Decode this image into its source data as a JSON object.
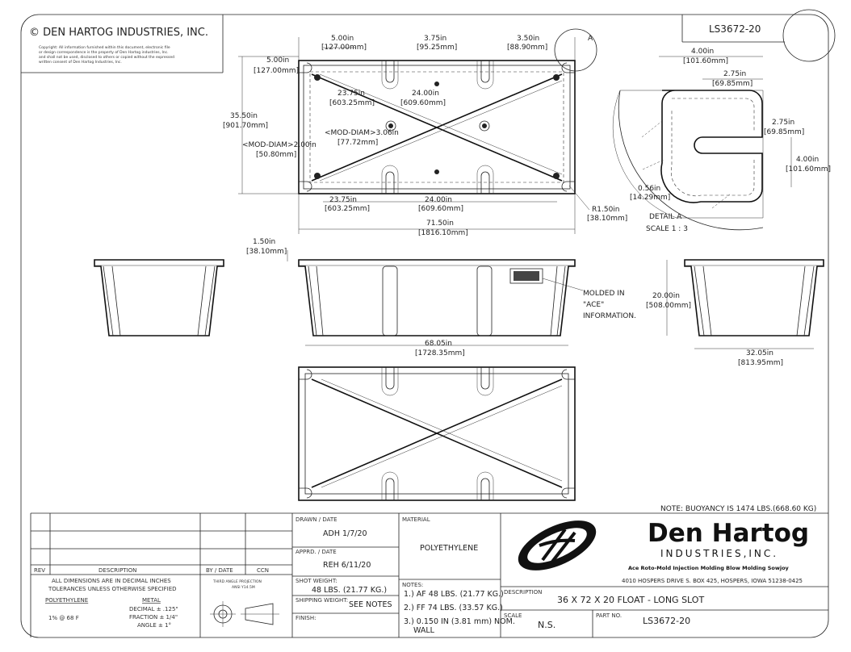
{
  "title_box": {
    "company": "© DEN HARTOG INDUSTRIES, INC.",
    "copyright_1": "Copyright: All information furnished within this document, electronic file",
    "copyright_2": "or design correspondence is the property of Den Hartog industries, Inc.",
    "copyright_3": "and shall not be used, disclosed to others or copied without the expressed",
    "copyright_4": "written consent of Den Hartog Industries, Inc."
  },
  "part_tag": "LS3672-20",
  "dimensions": {
    "top_5_00": "5.00in",
    "top_127": "[127.00mm]",
    "top_3_75": "3.75in",
    "top_95": "[95.25mm]",
    "top_3_50": "3.50in",
    "top_88": "[88.90mm]",
    "left_5_00": "5.00in",
    "left_127": "[127.00mm]",
    "h_35_50": "35.50in",
    "h_901": "[901.70mm]",
    "mod_2": "<MOD-DIAM>2.00in",
    "mod_2_mm": "[50.80mm]",
    "in_23_75": "23.75in",
    "in_603": "[603.25mm]",
    "in_24_00": "24.00in",
    "in_609": "[609.60mm]",
    "mod_3": "<MOD-DIAM>3.06in",
    "mod_3_mm": "[77.72mm]",
    "b_23_75": "23.75in",
    "b_603": "[603.25mm]",
    "b_24_00": "24.00in",
    "b_609": "[609.60mm]",
    "w_71_50": "71.50in",
    "w_1816": "[1816.10mm]",
    "r_1_50": "R1.50in",
    "r_38": "[38.10mm]",
    "t_1_50": "1.50in",
    "t_38": "[38.10mm]",
    "w_68_05": "68.05in",
    "w_1728": "[1728.35mm]",
    "h_20": "20.00in",
    "h_508": "[508.00mm]",
    "w_32_05": "32.05in",
    "w_813": "[813.95mm]"
  },
  "detail": {
    "d_4_00": "4.00in",
    "d_101": "[101.60mm]",
    "d_2_75a": "2.75in",
    "d_69a": "[69.85mm]",
    "d_2_75b": "2.75in",
    "d_69b": "[69.85mm]",
    "d_4_00b": "4.00in",
    "d_101b": "[101.60mm]",
    "d_0_56": "0.56in",
    "d_14": "[14.29mm]",
    "title": "DETAIL A",
    "scale": "SCALE 1 : 3",
    "marker": "A"
  },
  "callout": {
    "l1": "MOLDED IN",
    "l2": "\"ACE\"",
    "l3": "INFORMATION."
  },
  "note": "NOTE: BUOYANCY IS 1474 LBS.(668.60 KG)",
  "block": {
    "rev": "REV",
    "description_hdr": "DESCRIPTION",
    "by_date": "BY / DATE",
    "ccn": "CCN",
    "tol_1": "ALL DIMENSIONS ARE IN DECIMAL INCHES",
    "tol_2": "TOLERANCES UNLESS OTHERWISE SPECIFIED",
    "poly": "POLYETHYLENE",
    "poly_val": "1% @ 68  F",
    "metal": "METAL",
    "metal_1": "DECIMAL ± .125\"",
    "metal_2": "FRACTION ± 1/4\"",
    "metal_3": "ANGLE ± 1°",
    "proj_1": "THIRD ANGLE PROJECTION",
    "proj_2": "ANSI Y14.5M",
    "drawn_lbl": "DRAWN / DATE",
    "drawn_val": "ADH 1/7/20",
    "apprd_lbl": "APPRD. / DATE",
    "apprd_val": "REH 6/11/20",
    "shot_lbl": "SHOT WEIGHT:",
    "shot_val": "48 LBS. (21.77 KG.)",
    "ship_lbl": "SHIPPING WEIGHT:",
    "ship_val": "SEE NOTES",
    "finish_lbl": "FINISH:",
    "material_lbl": "MATERIAL",
    "material_val": "POLYETHYLENE",
    "notes_lbl": "NOTES:",
    "note_1": "1.) AF 48 LBS. (21.77 KG.)",
    "note_2": "2.) FF 74 LBS. (33.57 KG.)",
    "note_3a": "3.) 0.150 IN (3.81 mm) NOM.",
    "note_3b": "WALL",
    "brand": "Den Hartog",
    "brand_sub": "INDUSTRIES,INC.",
    "services": "Ace Roto-Mold   Injection Molding   Blow Molding   Sowjoy",
    "address": "4010 HOSPERS DRIVE S.  BOX 425, HOSPERS, IOWA 51238-0425",
    "desc_lbl": "DESCRIPTION",
    "desc_val": "36 X 72 X 20 FLOAT - LONG SLOT",
    "scale_lbl": "SCALE",
    "scale_val": "N.S.",
    "partno_lbl": "PART NO.",
    "partno_val": "LS3672-20"
  }
}
